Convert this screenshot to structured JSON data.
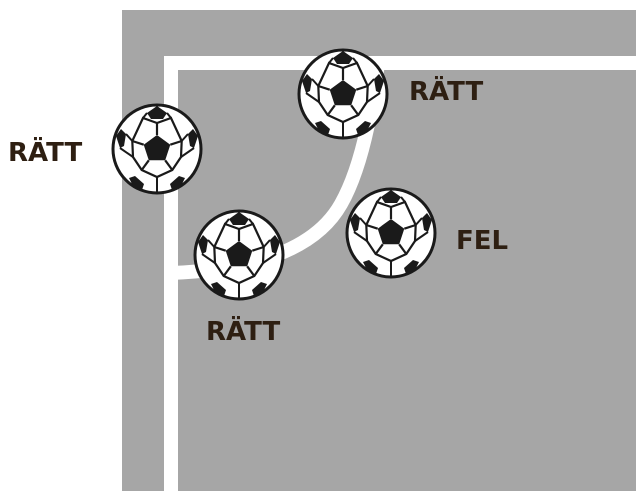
{
  "colors": {
    "pitch": "#a6a6a6",
    "line": "#ffffff",
    "ball_dark": "#1a1a1a",
    "ball_light": "#ffffff",
    "label_text": "#2e1f12"
  },
  "balls": [
    {
      "id": "top",
      "label": "RÄTT",
      "verdict": "correct"
    },
    {
      "id": "left",
      "label": "RÄTT",
      "verdict": "correct"
    },
    {
      "id": "corner",
      "label": "RÄTT",
      "verdict": "correct"
    },
    {
      "id": "inside",
      "label": "FEL",
      "verdict": "wrong"
    }
  ]
}
